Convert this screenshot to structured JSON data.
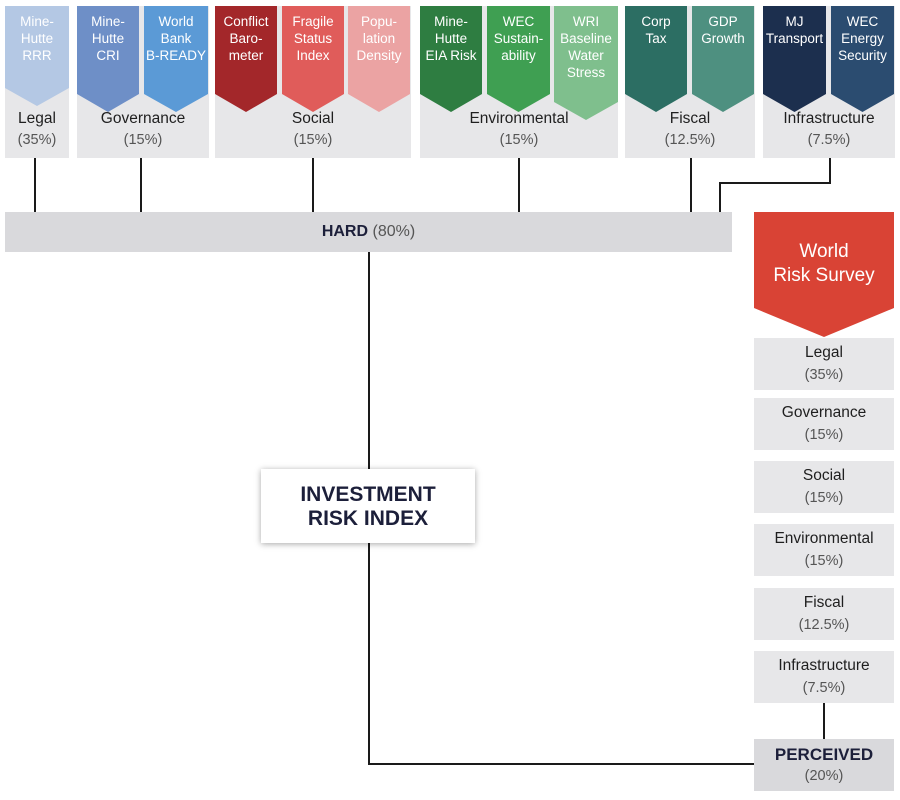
{
  "categories": [
    {
      "name": "Legal",
      "pct": "(35%)",
      "sources": [
        {
          "label": "Mine-\nHutte\nRRR",
          "color": "#b4c8e4"
        }
      ]
    },
    {
      "name": "Governance",
      "pct": "(15%)",
      "sources": [
        {
          "label": "Mine-\nHutte\nCRI",
          "color": "#6e8fc7"
        },
        {
          "label": "World\nBank\nB-READY",
          "color": "#5b9ad6"
        }
      ]
    },
    {
      "name": "Social",
      "pct": "(15%)",
      "sources": [
        {
          "label": "Conflict\nBaro-\nmeter",
          "color": "#a3272a"
        },
        {
          "label": "Fragile\nStatus\nIndex",
          "color": "#e05c5a"
        },
        {
          "label": "Popu-\nlation\nDensity",
          "color": "#eba3a3"
        }
      ]
    },
    {
      "name": "Environmental",
      "pct": "(15%)",
      "sources": [
        {
          "label": "Mine-\nHutte\nEIA Risk",
          "color": "#2e7d41"
        },
        {
          "label": "WEC\nSustain-\nability",
          "color": "#3f9f52"
        },
        {
          "label": "WRI\nBaseline\nWater\nStress",
          "color": "#7fbf8d"
        }
      ]
    },
    {
      "name": "Fiscal",
      "pct": "(12.5%)",
      "sources": [
        {
          "label": "Corp\nTax",
          "color": "#2c6e63"
        },
        {
          "label": "GDP\nGrowth",
          "color": "#4e9080"
        }
      ]
    },
    {
      "name": "Infrastructure",
      "pct": "(7.5%)",
      "sources": [
        {
          "label": "MJ\nTransport",
          "color": "#1c2f4e"
        },
        {
          "label": "WEC\nEnergy\nSecurity",
          "color": "#2b4c70"
        }
      ]
    }
  ],
  "hard": {
    "name": "HARD",
    "pct": "(80%)"
  },
  "index": {
    "title": "INVESTMENT\nRISK INDEX"
  },
  "survey": {
    "label": "World\nRisk Survey",
    "color": "#d94335"
  },
  "survey_items": [
    {
      "name": "Legal",
      "pct": "(35%)"
    },
    {
      "name": "Governance",
      "pct": "(15%)"
    },
    {
      "name": "Social",
      "pct": "(15%)"
    },
    {
      "name": "Environmental",
      "pct": "(15%)"
    },
    {
      "name": "Fiscal",
      "pct": "(12.5%)"
    },
    {
      "name": "Infrastructure",
      "pct": "(7.5%)"
    }
  ],
  "perceived": {
    "name": "PERCEIVED",
    "pct": "(20%)"
  }
}
